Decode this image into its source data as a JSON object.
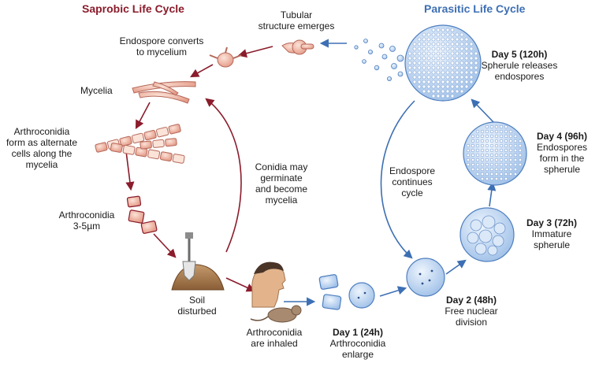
{
  "colors": {
    "saprobic": "#8a1c2b",
    "parasitic": "#3d6fb4",
    "hypha_fill": "#f2c1b0",
    "hypha_stroke": "#b5685a",
    "spherule_fill": "#c9dcf3",
    "spherule_stroke": "#4f7fbf"
  },
  "headings": {
    "saprobic": "Saprobic Life Cycle",
    "parasitic": "Parasitic Life Cycle"
  },
  "saprobic": {
    "tubular_l1": "Tubular",
    "tubular_l2": "structure emerges",
    "endospore_convert_l1": "Endospore converts",
    "endospore_convert_l2": "to mycelium",
    "mycelia": "Mycelia",
    "arthro_form_l1": "Arthroconidia",
    "arthro_form_l2": "form as alternate",
    "arthro_form_l3": "cells along the",
    "arthro_form_l4": "mycelia",
    "arthro_size_l1": "Arthroconidia",
    "arthro_size_l2": "3-5µm",
    "conidia_l1": "Conidia may",
    "conidia_l2": "germinate",
    "conidia_l3": "and become",
    "conidia_l4": "mycelia",
    "soil_l1": "Soil",
    "soil_l2": "disturbed",
    "inhaled_l1": "Arthroconidia",
    "inhaled_l2": "are inhaled"
  },
  "parasitic": {
    "day1_title": "Day 1 (24h)",
    "day1_l1": "Arthroconidia",
    "day1_l2": "enlarge",
    "day2_title": "Day 2 (48h)",
    "day2_l1": "Free nuclear",
    "day2_l2": "division",
    "day3_title": "Day 3 (72h)",
    "day3_l1": "Immature",
    "day3_l2": "spherule",
    "day4_title": "Day 4 (96h)",
    "day4_l1": "Endospores",
    "day4_l2": "form in the",
    "day4_l3": "spherule",
    "day5_title": "Day 5 (120h)",
    "day5_l1": "Spherule releases",
    "day5_l2": "endospores",
    "continues_l1": "Endospore",
    "continues_l2": "continues",
    "continues_l3": "cycle"
  }
}
